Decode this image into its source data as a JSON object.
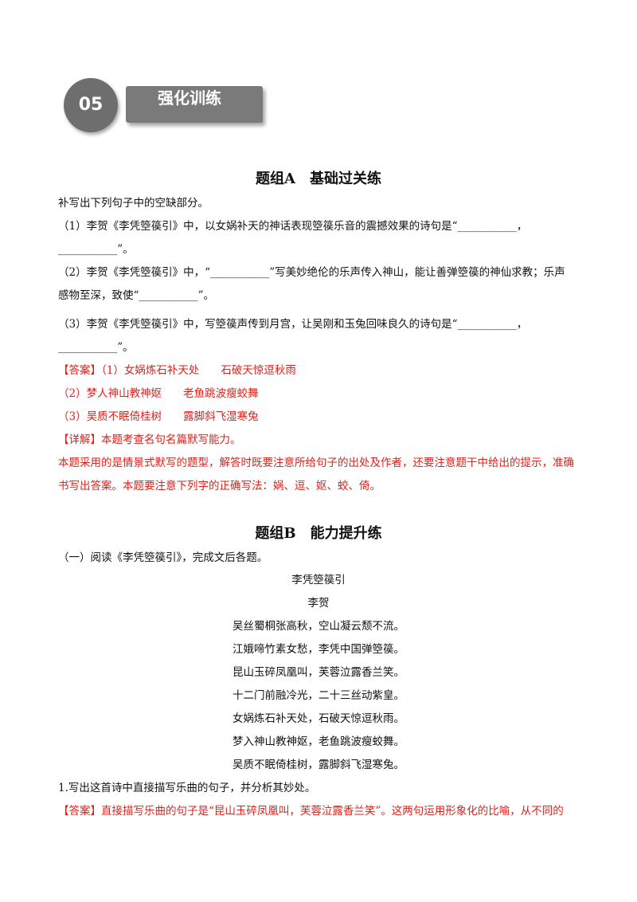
{
  "header": {
    "number": "05",
    "title": "强化训练"
  },
  "groupA": {
    "title": "题组A　基础过关练",
    "instruction": "补写出下列句子中的空缺部分。",
    "q1_line1": "（1）李贺《李凭箜篌引》中，以女娲补天的神话表现箜篌乐音的震撼效果的诗句是“___________，",
    "q1_line2": "___________”。",
    "q2_line1": "（2）李贺《李凭箜篌引》中，“___________”写美妙绝伦的乐声传入神山，能让善弹箜篌的神仙求教；乐声",
    "q2_line2": "感物至深，致使“___________”。",
    "q3_line1": "（3）李贺《李凭箜篌引》中，写箜篌声传到月宫，让吴刚和玉兔回味良久的诗句是“___________，",
    "q3_line2": "___________”。",
    "answer_1": "【答案】（1）女娲炼石补天处　　石破天惊逗秋雨",
    "answer_2": "（2）梦人神山教神妪　　老鱼跳波瘦蛟舞",
    "answer_3": "（3）吴质不眠倚桂树　　露脚斜飞湿寒兔",
    "detail_1": "【详解】本题考查名句名篇默写能力。",
    "detail_2": "本题采用的是情景式默写的题型，解答时既要注意所给句子的出处及作者，还要注意题干中给出的提示，准确",
    "detail_3": "书写出答案。本题要注意下列字的正确写法：娲、逗、妪、蛟、倚。"
  },
  "groupB": {
    "title": "题组B　能力提升练",
    "intro": "（一）阅读《李凭箜篌引》，完成文后各题。",
    "poem_title": "李凭箜篌引",
    "poem_author": "李贺",
    "poem_lines": [
      "吴丝蜀桐张高秋，空山凝云颓不流。",
      "江娥啼竹素女愁，李凭中国弹箜篌。",
      "昆山玉碎凤凰叫，芙蓉泣露香兰笑。",
      "十二门前融冷光，二十三丝动紫皇。",
      "女娲炼石补天处，石破天惊逗秋雨。",
      "梦入神山教神妪，老鱼跳波瘦蛟舞。",
      "吴质不眠倚桂树，露脚斜飞湿寒兔。"
    ],
    "question_1": "1.写出这首诗中直接描写乐曲的句子，并分析其妙处。",
    "answer_1": "【答案】直接描写乐曲的句子是“昆山玉碎凤凰叫，芙蓉泣露香兰笑”。这两句运用形象化的比喻，从不同的"
  },
  "colors": {
    "answer_red": "#e0201a",
    "badge_gray": "#6e6e6e"
  }
}
